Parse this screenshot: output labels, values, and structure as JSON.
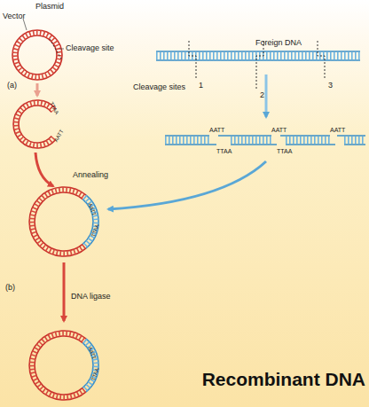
{
  "diagram": {
    "caption": "Recombinant DNA",
    "labels": [
      "Plasmid",
      "Vector",
      "Cleavage site",
      "Foreign DNA",
      "(a)",
      "Cleavage sites",
      "1",
      "2",
      "3",
      "AATT",
      "TTAA",
      "AATT",
      "TTAA",
      "AATT",
      "Annealing",
      "(b)",
      "DNA ligase",
      "TTAA",
      "AATT",
      "AATT",
      "TTAA",
      "AATT",
      "TTAA"
    ]
  }
}
